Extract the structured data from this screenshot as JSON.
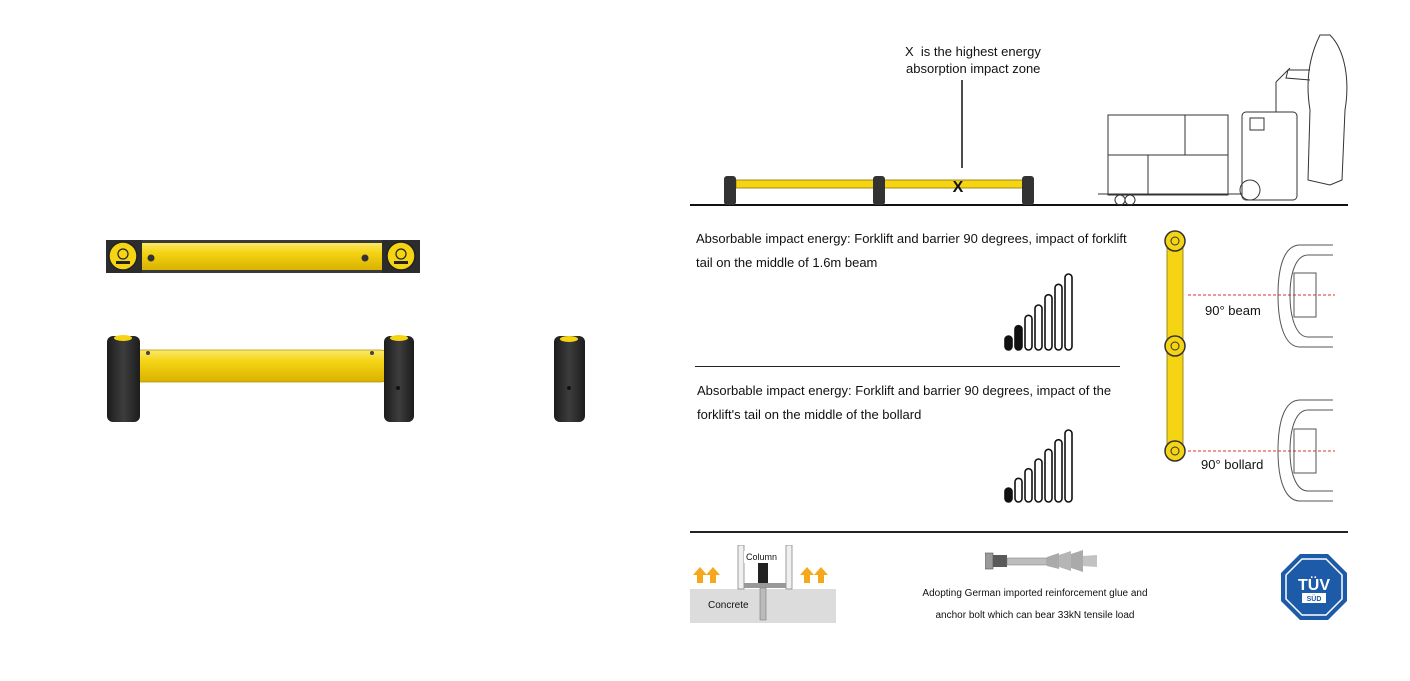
{
  "impact_zone": {
    "marker": "X",
    "note_line1": "is the highest energy",
    "note_line2": "absorption impact zone"
  },
  "beam_impact": {
    "line1": "Absorbable impact energy: Forklift and barrier 90 degrees, impact of forklift",
    "line2": "tail on the middle of 1.6m beam",
    "label": "90° beam",
    "filled_bars": 2,
    "total_bars": 7
  },
  "bollard_impact": {
    "line1": "Absorbable impact energy: Forklift and barrier 90 degrees, impact of the",
    "line2": "forklift's tail on the middle of the bollard",
    "label": "90° bollard",
    "filled_bars": 1,
    "total_bars": 7
  },
  "anchor": {
    "column_label": "Column",
    "concrete_label": "Concrete",
    "line1": "Adopting German imported reinforcement glue and",
    "line2": "anchor bolt which can bear 33kN tensile load"
  },
  "certification": {
    "top": "TÜV",
    "bottom": "SÜD"
  },
  "colors": {
    "barrier_yellow": "#f5d414",
    "bollard_black": "#2f2f2f",
    "impact_line_red": "#e0302a",
    "arrow_orange": "#f5a81c",
    "tuv_blue": "#1d5ba8"
  }
}
